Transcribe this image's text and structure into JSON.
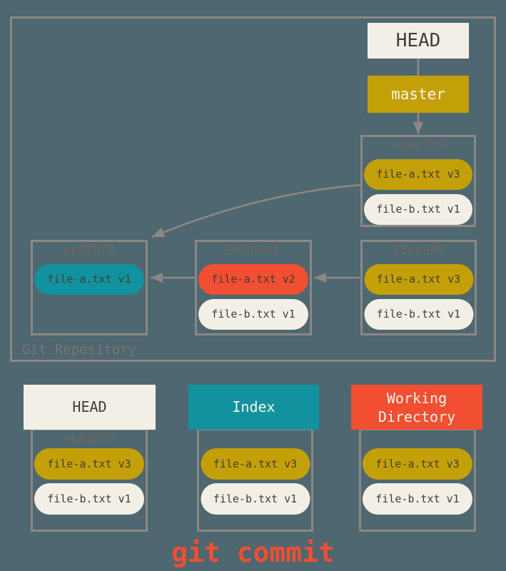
{
  "colors": {
    "background": "#4E6770",
    "border": "#8D8784",
    "cream": "#F2F0E6",
    "gold": "#C4A008",
    "teal": "#11929E",
    "red": "#F14E32",
    "dark-text": "#433D35",
    "light-text": "#F7F4EB",
    "hash-text": "#6E6864",
    "repo-label-text": "#7B7572",
    "caption-text": "#F14E32"
  },
  "repo": {
    "label": "Git Repository",
    "head_label": "HEAD",
    "branch_label": "master",
    "commits": [
      {
        "hash": "68aef35",
        "files": [
          "file-a.txt v3",
          "file-b.txt v1"
        ]
      },
      {
        "hash": "eb43bf8",
        "files": [
          "file-a.txt v1"
        ]
      },
      {
        "hash": "9e5e6a4",
        "files": [
          "file-a.txt v2",
          "file-b.txt v1"
        ]
      },
      {
        "hash": "38eb946",
        "files": [
          "file-a.txt v3",
          "file-b.txt v1"
        ]
      }
    ]
  },
  "areas": [
    {
      "title": "HEAD",
      "hash": "eb43bf8",
      "files": [
        "file-a.txt v3",
        "file-b.txt v1"
      ]
    },
    {
      "title": "Index",
      "files": [
        "file-a.txt v3",
        "file-b.txt v1"
      ]
    },
    {
      "title": "Working Directory",
      "files": [
        "file-a.txt v3",
        "file-b.txt v1"
      ]
    }
  ],
  "caption": "git commit"
}
